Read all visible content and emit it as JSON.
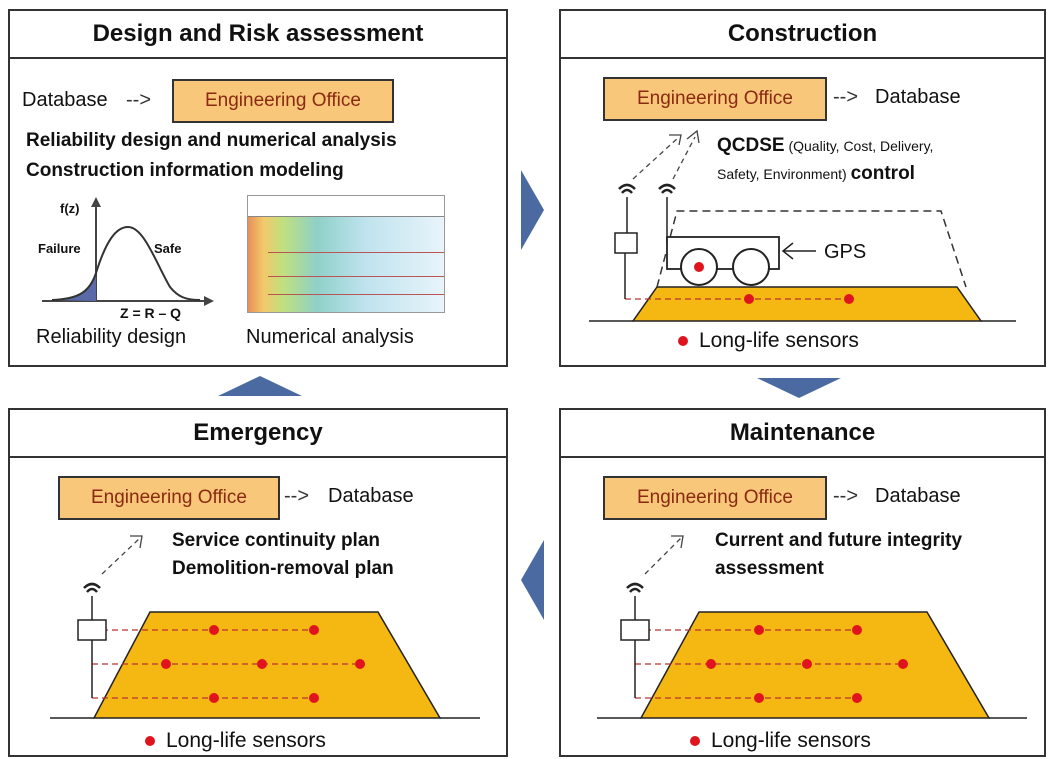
{
  "colors": {
    "embankment": "#f5b712",
    "sensor": "#e0141e",
    "arrow": "#4a6aa1",
    "office_fill": "#f9c77a",
    "office_text": "#8a2a12"
  },
  "panels": {
    "design": {
      "title": "Design and Risk assessment",
      "database": "Database",
      "office": "Engineering Office",
      "line1": "Reliability design and numerical analysis",
      "line2": "Construction information modeling",
      "fz": "f(z)",
      "failure": "Failure",
      "safe": "Safe",
      "z_eq": "Z = R – Q",
      "reliability_label": "Reliability design",
      "numerical_label": "Numerical analysis"
    },
    "construction": {
      "title": "Construction",
      "office": "Engineering Office",
      "database": "Database",
      "qcdse": "QCDSE",
      "qcdse_detail": "(Quality, Cost, Delivery,",
      "qcdse_detail2": "Safety, Environment)",
      "control": "control",
      "gps": "GPS",
      "sensors": "Long-life sensors"
    },
    "emergency": {
      "title": "Emergency",
      "office": "Engineering Office",
      "database": "Database",
      "line1": "Service continuity plan",
      "line2": "Demolition-removal plan",
      "sensors": "Long-life sensors"
    },
    "maintenance": {
      "title": "Maintenance",
      "office": "Engineering Office",
      "database": "Database",
      "line1": "Current and future integrity",
      "line2": "assessment",
      "sensors": "Long-life sensors"
    }
  }
}
